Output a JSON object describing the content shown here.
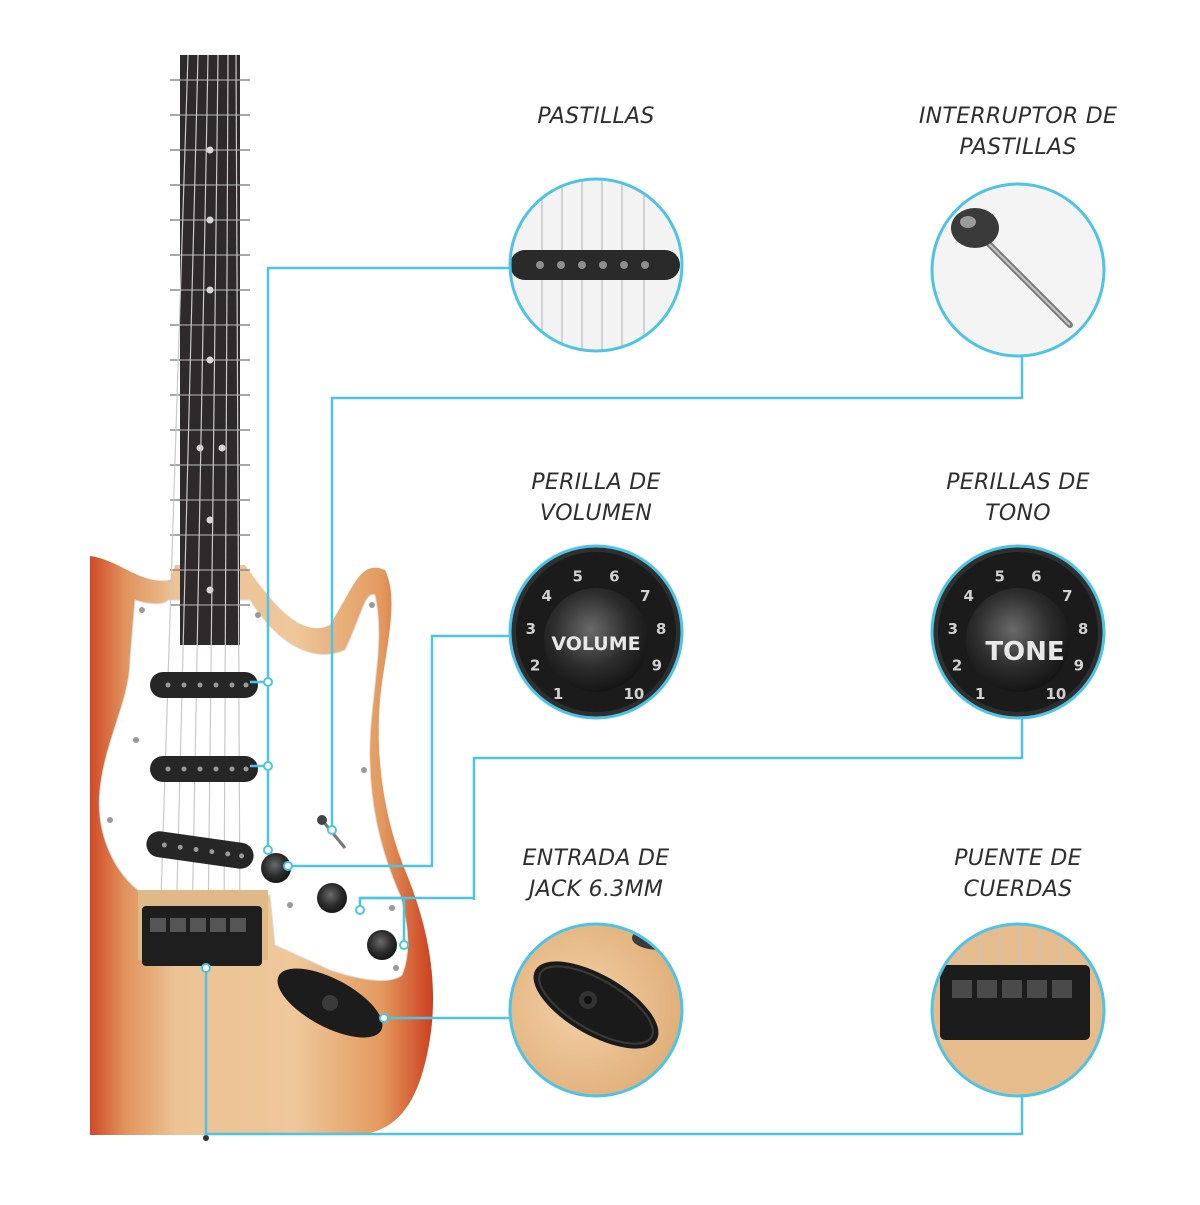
{
  "features": [
    {
      "id": "pickups",
      "line1": "PASTILLAS",
      "line2": ""
    },
    {
      "id": "pickup-switch",
      "line1": "INTERRUPTOR DE",
      "line2": "PASTILLAS"
    },
    {
      "id": "volume-knob",
      "line1": "PERILLA DE",
      "line2": "VOLUMEN"
    },
    {
      "id": "tone-knobs",
      "line1": "PERILLAS DE",
      "line2": "TONO"
    },
    {
      "id": "jack-input",
      "line1": "ENTRADA DE",
      "line2": "JACK 6.3MM"
    },
    {
      "id": "string-bridge",
      "line1": "PUENTE DE",
      "line2": "CUERDAS"
    }
  ],
  "knob_labels": {
    "volume": "VOLUME",
    "tone": "TONE"
  },
  "knob_scale": [
    "1",
    "2",
    "3",
    "4",
    "5",
    "6",
    "7",
    "8",
    "9",
    "10"
  ],
  "colors": {
    "callout_line": "#4ec3e6",
    "body_burst": "#d8452a",
    "body_wood": "#e7bd8c",
    "pickguard": "#ffffff",
    "fretboard": "#2e2a2c",
    "hardware": "#222222"
  }
}
